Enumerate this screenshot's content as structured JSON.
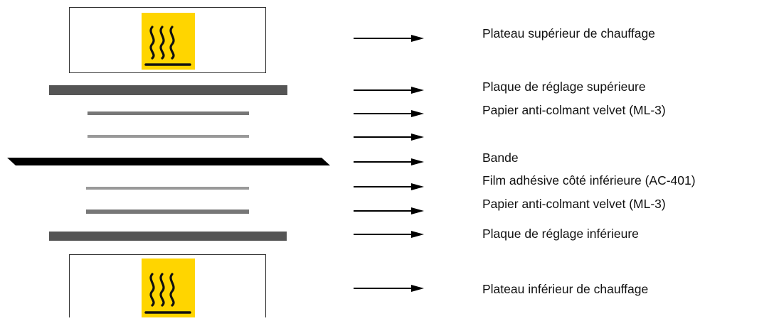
{
  "colors": {
    "heat_icon_bg": "#ffd500",
    "heat_icon_lines": "#111111",
    "adjustment_plate": "#555555",
    "release_paper": "#777777",
    "adhesive_film": "#999999",
    "band": "#000000",
    "arrow": "#000000",
    "platen_border": "#333333"
  },
  "icons": {
    "upper_heating": "hot-surface-icon",
    "lower_heating": "hot-surface-icon"
  },
  "labels": {
    "upper_platen": "Plateau supérieur de chauffage",
    "upper_adjust_plate": "Plaque de réglage supérieure",
    "upper_release_paper": "Papier anti-colmant velvet (ML-3)",
    "band": "Bande",
    "adhesive_film": "Film adhésive côté inférieure (AC-401)",
    "lower_release_paper": "Papier anti-colmant velvet (ML-3)",
    "lower_adjust_plate": "Plaque de réglage inférieure",
    "lower_platen": "Plateau inférieur de chauffage"
  }
}
